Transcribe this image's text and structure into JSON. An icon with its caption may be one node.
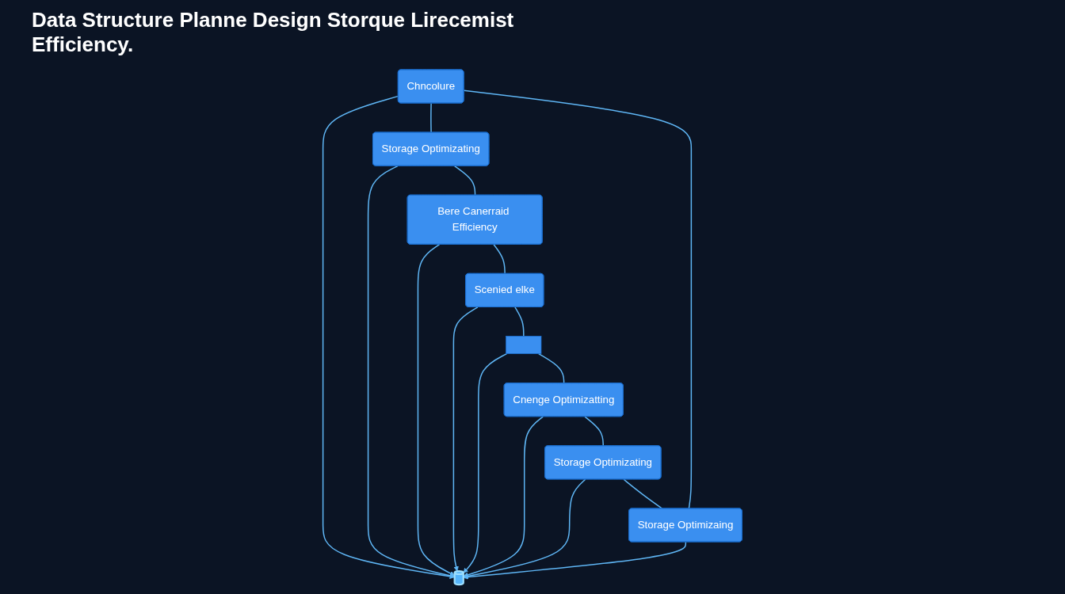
{
  "diagram": {
    "title": "Data Structure Planne Design Storque Lirecemist Efficiency.",
    "nodes": [
      {
        "text": [
          "Chncolure"
        ]
      },
      {
        "text": [
          "Storage Optimizaing"
        ]
      },
      {
        "text": [
          "Storage Optimizating"
        ]
      },
      {
        "text": [
          "Storage Optimizating"
        ]
      },
      {
        "text": [
          "Bere Canerraid Efficiency"
        ]
      },
      {
        "text": [
          "Cnenge Optimizatting"
        ]
      },
      {
        "text": [
          "Scenied elke"
        ]
      },
      {
        "text": [],
        "shape": "box"
      },
      {
        "text": [],
        "shape": "picture"
      }
    ],
    "edges": [
      {
        "from": 0,
        "to": 8,
        "arrow": "to"
      },
      {
        "from": 1,
        "to": 8,
        "arrow": "to"
      },
      {
        "from": 2,
        "to": 8,
        "arrow": "to"
      },
      {
        "from": 3,
        "to": 8,
        "arrow": "to"
      },
      {
        "from": 4,
        "to": 8,
        "arrow": "to"
      },
      {
        "from": 5,
        "to": 8,
        "arrow": "to"
      },
      {
        "from": 6,
        "to": 8,
        "arrow": "to"
      },
      {
        "from": 7,
        "to": 8,
        "arrow": "to"
      },
      {
        "from": 0,
        "to": 2,
        "arrow": "none"
      },
      {
        "from": 2,
        "to": 4,
        "arrow": "none"
      },
      {
        "from": 4,
        "to": 6,
        "arrow": "none"
      },
      {
        "from": 6,
        "to": 7,
        "arrow": "none"
      },
      {
        "from": 7,
        "to": 5,
        "arrow": "none"
      },
      {
        "from": 5,
        "to": 3,
        "arrow": "none"
      },
      {
        "from": 3,
        "to": 1,
        "arrow": "none"
      },
      {
        "from": 1,
        "to": 0,
        "arrow": "none"
      }
    ]
  }
}
